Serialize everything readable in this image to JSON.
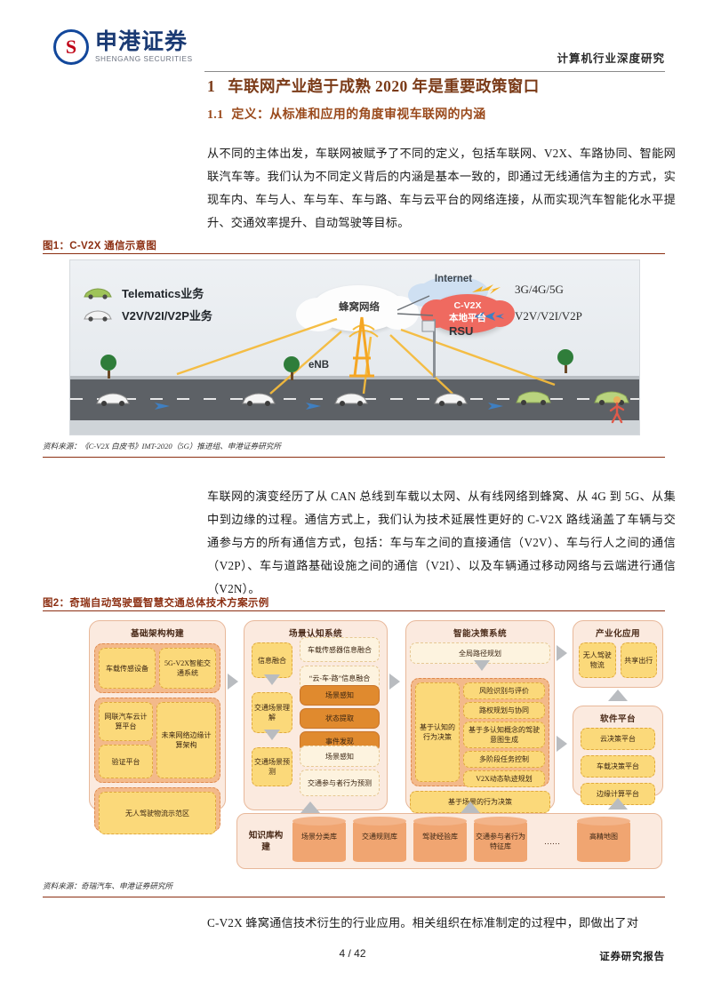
{
  "header": {
    "logo_cn": "申港证券",
    "logo_en": "SHENGANG SECURITIES",
    "logo_mark": "S",
    "right_title": "计算机行业深度研究"
  },
  "headings": {
    "h1_num": "1",
    "h1_text": "车联网产业趋于成熟 2020 年是重要政策窗口",
    "h2_num": "1.1",
    "h2_text": "定义：从标准和应用的角度审视车联网的内涵"
  },
  "paragraphs": {
    "p1": "从不同的主体出发，车联网被赋予了不同的定义，包括车联网、V2X、车路协同、智能网联汽车等。我们认为不同定义背后的内涵是基本一致的，即通过无线通信为主的方式，实现车内、车与人、车与车、车与路、车与云平台的网络连接，从而实现汽车智能化水平提升、交通效率提升、自动驾驶等目标。",
    "p2": "车联网的演变经历了从 CAN 总线到车载以太网、从有线网络到蜂窝、从 4G 到 5G、从集中到边缘的过程。通信方式上，我们认为技术延展性更好的 C-V2X 路线涵盖了车辆与交通参与方的所有通信方式，包括：车与车之间的直接通信（V2V）、车与行人之间的通信（V2P）、车与道路基础设施之间的通信（V2I）、以及车辆通过移动网络与云端进行通信（V2N）。",
    "p3": "C-V2X 蜂窝通信技术衍生的行业应用。相关组织在标准制定的过程中，即做出了对"
  },
  "figure1": {
    "caption": "图1：C-V2X 通信示意图",
    "source": "资料来源：《C-V2X 白皮书》IMT-2020（5G）推进组、申港证券研究所",
    "vehicle_legend": [
      {
        "label": "Telematics业务",
        "color": "#9fc45a"
      },
      {
        "label": "V2V/V2I/V2P业务",
        "color": "#ffffff"
      }
    ],
    "legend": [
      {
        "label": "3G/4G/5G",
        "color": "#f5b323",
        "icon": "lightning-arrow-icon"
      },
      {
        "label": "V2V/V2I/V2P",
        "color": "#3f7fc1",
        "icon": "blue-arrow-icon"
      }
    ],
    "nodes": {
      "cellular_cloud": "蜂窝网络",
      "internet": "Internet",
      "platform": "C-V2X\n本地平台",
      "platform_line1": "C-V2X",
      "platform_line2": "本地平台",
      "enb": "eNB",
      "rsu": "RSU"
    }
  },
  "figure2": {
    "caption": "图2：奇瑞自动驾驶暨智慧交通总体技术方案示例",
    "source": "资料来源：奇瑞汽车、申港证券研究所",
    "col1": {
      "title": "基础架构构建",
      "g1": [
        "车载传感设备",
        "5G-V2X智能交通系统"
      ],
      "g2_left": [
        "网联汽车云计算平台",
        "验证平台"
      ],
      "g2_right": "未来网络边缘计算架构",
      "g3": "无人驾驶物流示范区"
    },
    "col2": {
      "title": "场景认知系统",
      "stage1": "信息融合",
      "stage1_items": [
        "车载传感器信息融合",
        "“云-车-路”信息融合"
      ],
      "stage2": "交通场景理解",
      "stage2_items": [
        "场景感知",
        "状态提取",
        "事件发现"
      ],
      "stage3": "交通场景预测",
      "stage3_items": [
        "场景感知",
        "交通参与者行为预测"
      ]
    },
    "col3": {
      "title": "智能决策系统",
      "top": "全局路径规划",
      "left": "基于认知的行为决策",
      "items": [
        "风险识别与评价",
        "路权规划与协同",
        "基于多认知概念的驾驶意图生成",
        "多阶段任务控制",
        "V2X动态轨迹规划"
      ],
      "bottom": "基于场景的行为决策"
    },
    "col4": {
      "title": "产业化应用",
      "items": [
        "无人驾驶物流",
        "共享出行"
      ]
    },
    "col5": {
      "title": "软件平台",
      "items": [
        "云决策平台",
        "车载决策平台",
        "边缘计算平台"
      ]
    },
    "knowledge": {
      "title": "知识库构建",
      "items": [
        "场景分类库",
        "交通规则库",
        "驾驶经验库",
        "交通参与者行为特征库",
        "……",
        "高精地图"
      ]
    }
  },
  "footer": {
    "page": "4 / 42",
    "right": "证券研究报告"
  }
}
